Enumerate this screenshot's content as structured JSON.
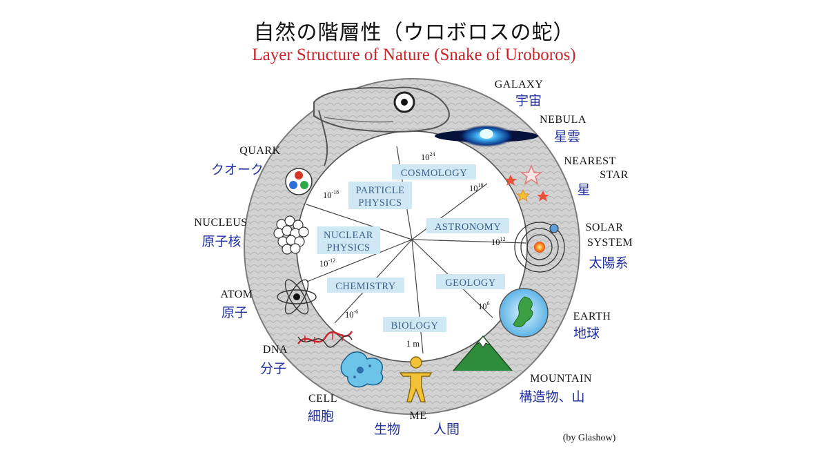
{
  "header": {
    "title_ja": "自然の階層性（ウロボロスの蛇）",
    "title_en": "Layer Structure of Nature (Snake of Uroboros)"
  },
  "objects": {
    "galaxy": {
      "en": "GALAXY",
      "ja": "宇宙",
      "icon": "galaxy-icon"
    },
    "nebula": {
      "en": "NEBULA",
      "ja": "星雲",
      "icon": "nebula-icon"
    },
    "nearest_star": {
      "en1": "NEAREST",
      "en2": "STAR",
      "ja": "星",
      "icon": "star-icon"
    },
    "solar_system": {
      "en1": "SOLAR",
      "en2": "SYSTEM",
      "ja": "太陽系",
      "icon": "solar-system-icon"
    },
    "earth": {
      "en": "EARTH",
      "ja": "地球",
      "icon": "earth-icon"
    },
    "mountain": {
      "en": "MOUNTAIN",
      "ja": "構造物、山",
      "icon": "mountain-icon"
    },
    "me": {
      "en": "ME",
      "ja_left": "生物",
      "ja_right": "人間",
      "icon": "human-icon"
    },
    "cell": {
      "en": "CELL",
      "ja": "細胞",
      "icon": "cell-icon"
    },
    "dna": {
      "en": "DNA",
      "ja": "分子",
      "icon": "dna-icon"
    },
    "atom": {
      "en": "ATOM",
      "ja": "原子",
      "icon": "atom-icon"
    },
    "nucleus": {
      "en": "NUCLEUS",
      "ja": "原子核",
      "icon": "nucleus-icon"
    },
    "quark": {
      "en": "QUARK",
      "ja": "クオーク",
      "icon": "quark-icon"
    }
  },
  "fields": {
    "cosmology": "COSMOLOGY",
    "particle_physics_1": "PARTICLE",
    "particle_physics_2": "PHYSICS",
    "astronomy": "ASTRONOMY",
    "nuclear_physics_1": "NUCLEAR",
    "nuclear_physics_2": "PHYSICS",
    "chemistry": "CHEMISTRY",
    "geology": "GEOLOGY",
    "biology": "BIOLOGY"
  },
  "scales": {
    "s24": {
      "base": "10",
      "exp": "24"
    },
    "s18": {
      "base": "10",
      "exp": "18"
    },
    "s12": {
      "base": "10",
      "exp": "12"
    },
    "s6": {
      "base": "10",
      "exp": "6"
    },
    "sm18": {
      "base": "10",
      "exp": "-18"
    },
    "sm12": {
      "base": "10",
      "exp": "-12"
    },
    "sm6": {
      "base": "10",
      "exp": "-6"
    },
    "one_m": "1 m"
  },
  "credit": "(by Glashow)",
  "colors": {
    "title_en": "#c8252b",
    "label_ja": "#1f2f9e",
    "field_text": "#3a5f8a",
    "field_box": "#cfe8f3",
    "snake_body": "#cfcfcf"
  }
}
